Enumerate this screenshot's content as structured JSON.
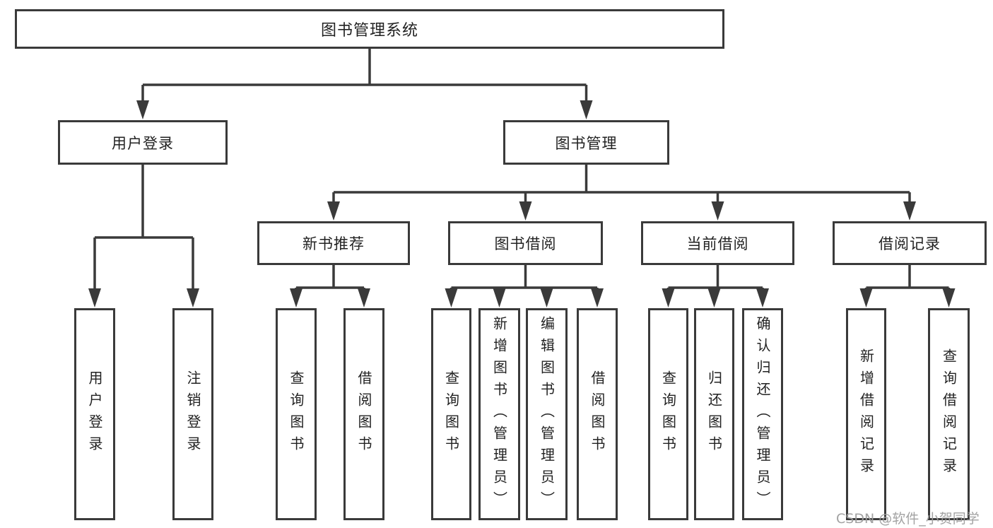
{
  "root": {
    "label": "图书管理系统"
  },
  "login": {
    "label": "用户登录",
    "children": [
      "用户登录",
      "注销登录"
    ]
  },
  "management": {
    "label": "图书管理",
    "sections": [
      {
        "label": "新书推荐",
        "children": [
          "查询图书",
          "借阅图书"
        ]
      },
      {
        "label": "图书借阅",
        "children": [
          "查询图书",
          "新增图书（管理员）",
          "编辑图书（管理员）",
          "借阅图书"
        ]
      },
      {
        "label": "当前借阅",
        "children": [
          "查询图书",
          "归还图书",
          "确认归还（管理员）"
        ]
      },
      {
        "label": "借阅记录",
        "children": [
          "新增借阅记录",
          "查询借阅记录"
        ]
      }
    ]
  },
  "watermark": {
    "text": "CSDN @软件_小贺同学"
  },
  "colors": {
    "line": "#3a3a3a",
    "text": "#222222",
    "watermark": "#9e9e9e",
    "background": "#ffffff"
  }
}
